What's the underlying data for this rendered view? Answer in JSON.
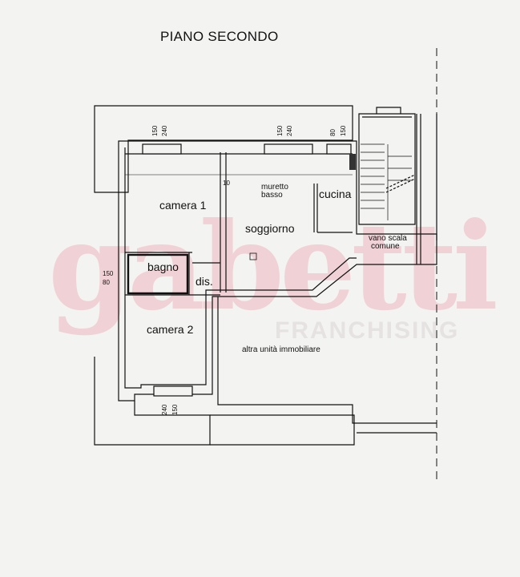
{
  "title": "PIANO SECONDO",
  "rooms": {
    "camera1": "camera 1",
    "soggiorno": "soggiorno",
    "cucina": "cucina",
    "muretto": "muretto",
    "basso": "basso",
    "bagno": "bagno",
    "dis": "dis.",
    "camera2": "camera 2",
    "vano": "vano scala",
    "comune": "comune",
    "altra": "altra unità immobiliare"
  },
  "dims": {
    "d240a": "240",
    "d150a": "150",
    "d150b": "150",
    "d240b": "240",
    "d80a": "80",
    "d150c": "150",
    "d10": "10",
    "d150side": "150",
    "d80side": "80",
    "d240c": "240",
    "d150d": "150"
  },
  "watermark": {
    "logo": "gabetti",
    "text": "FRANCHISING"
  }
}
